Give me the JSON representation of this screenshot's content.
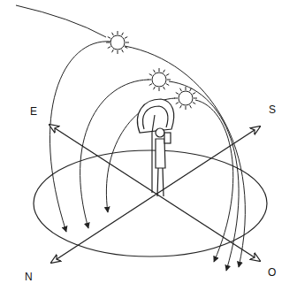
{
  "diagram": {
    "labels": [
      "E",
      "S",
      "N",
      "O"
    ]
  }
}
